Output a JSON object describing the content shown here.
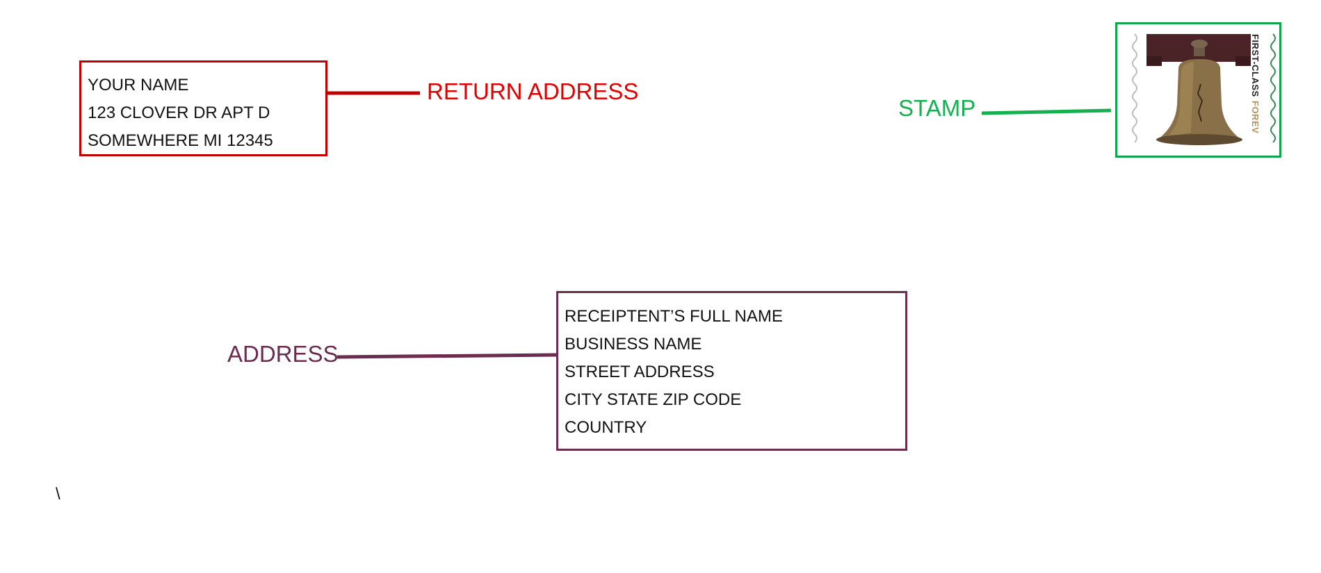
{
  "return_address": {
    "label": "RETURN ADDRESS",
    "lines": [
      "YOUR NAME",
      "123 CLOVER DR APT D",
      "SOMEWHERE MI 12345"
    ]
  },
  "stamp": {
    "label": "STAMP",
    "class_text": "FIRST-CLASS",
    "forever_text": "FOREV",
    "image": "liberty-bell-stamp"
  },
  "recipient_address": {
    "label": "ADDRESS",
    "lines": [
      "RECEIPTENT’S FULL NAME",
      "BUSINESS NAME",
      "STREET ADDRESS",
      "CITY STATE ZIP CODE",
      "COUNTRY"
    ]
  },
  "stray_mark": "\\",
  "colors": {
    "return": "#c00000",
    "stamp": "#0ea54d",
    "address": "#6b2c4f"
  }
}
